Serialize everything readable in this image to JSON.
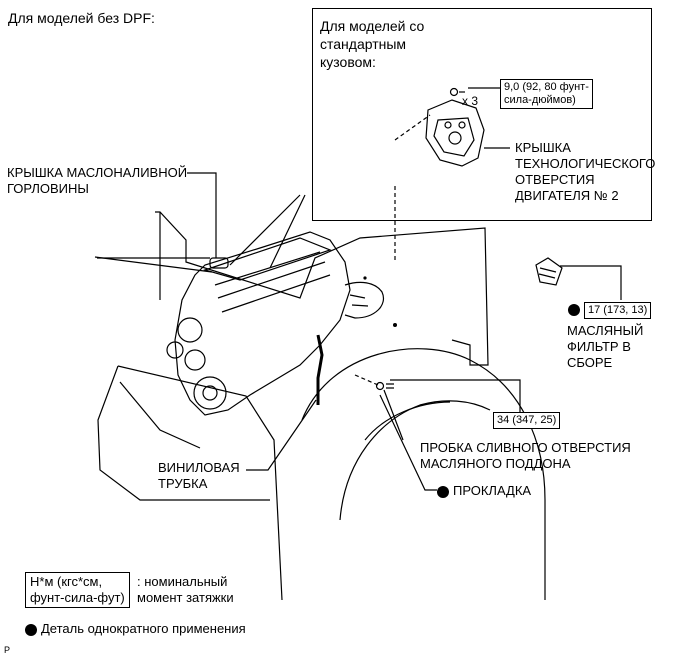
{
  "header": {
    "title": "Для моделей без DPF:"
  },
  "inset": {
    "heading": [
      "Для моделей со",
      "стандартным",
      "кузовом:"
    ],
    "qty": "x 3",
    "torque": [
      "9,0 (92, 80 фунт-",
      "сила-дюймов)"
    ],
    "part_label": [
      "КРЫШКА",
      "ТЕХНОЛОГИЧЕСКОГО",
      "ОТВЕРСТИЯ",
      "ДВИГАТЕЛЯ № 2"
    ]
  },
  "labels": {
    "oil_filler_cap": [
      "КРЫШКА МАСЛОНАЛИВНОЙ",
      "ГОРЛОВИНЫ"
    ],
    "vinyl_tube": [
      "ВИНИЛОВАЯ",
      "ТРУБКА"
    ],
    "oil_filter_torque": "17 (173, 13)",
    "oil_filter": [
      "МАСЛЯНЫЙ",
      "ФИЛЬТР В",
      "СБОРЕ"
    ],
    "drain_plug_torque": "34 (347, 25)",
    "drain_plug": [
      "ПРОБКА СЛИВНОГО ОТВЕРСТИЯ",
      "МАСЛЯНОГО ПОДДОНА"
    ],
    "gasket": "ПРОКЛАДКА"
  },
  "legend": {
    "torque_units": [
      "Н*м (кгс*см,",
      "фунт-сила-фут)"
    ],
    "torque_desc": [
      ": номинальный",
      "момент затяжки"
    ],
    "one_time_use": "Деталь однократного применения"
  },
  "footer": {
    "code": "P"
  }
}
